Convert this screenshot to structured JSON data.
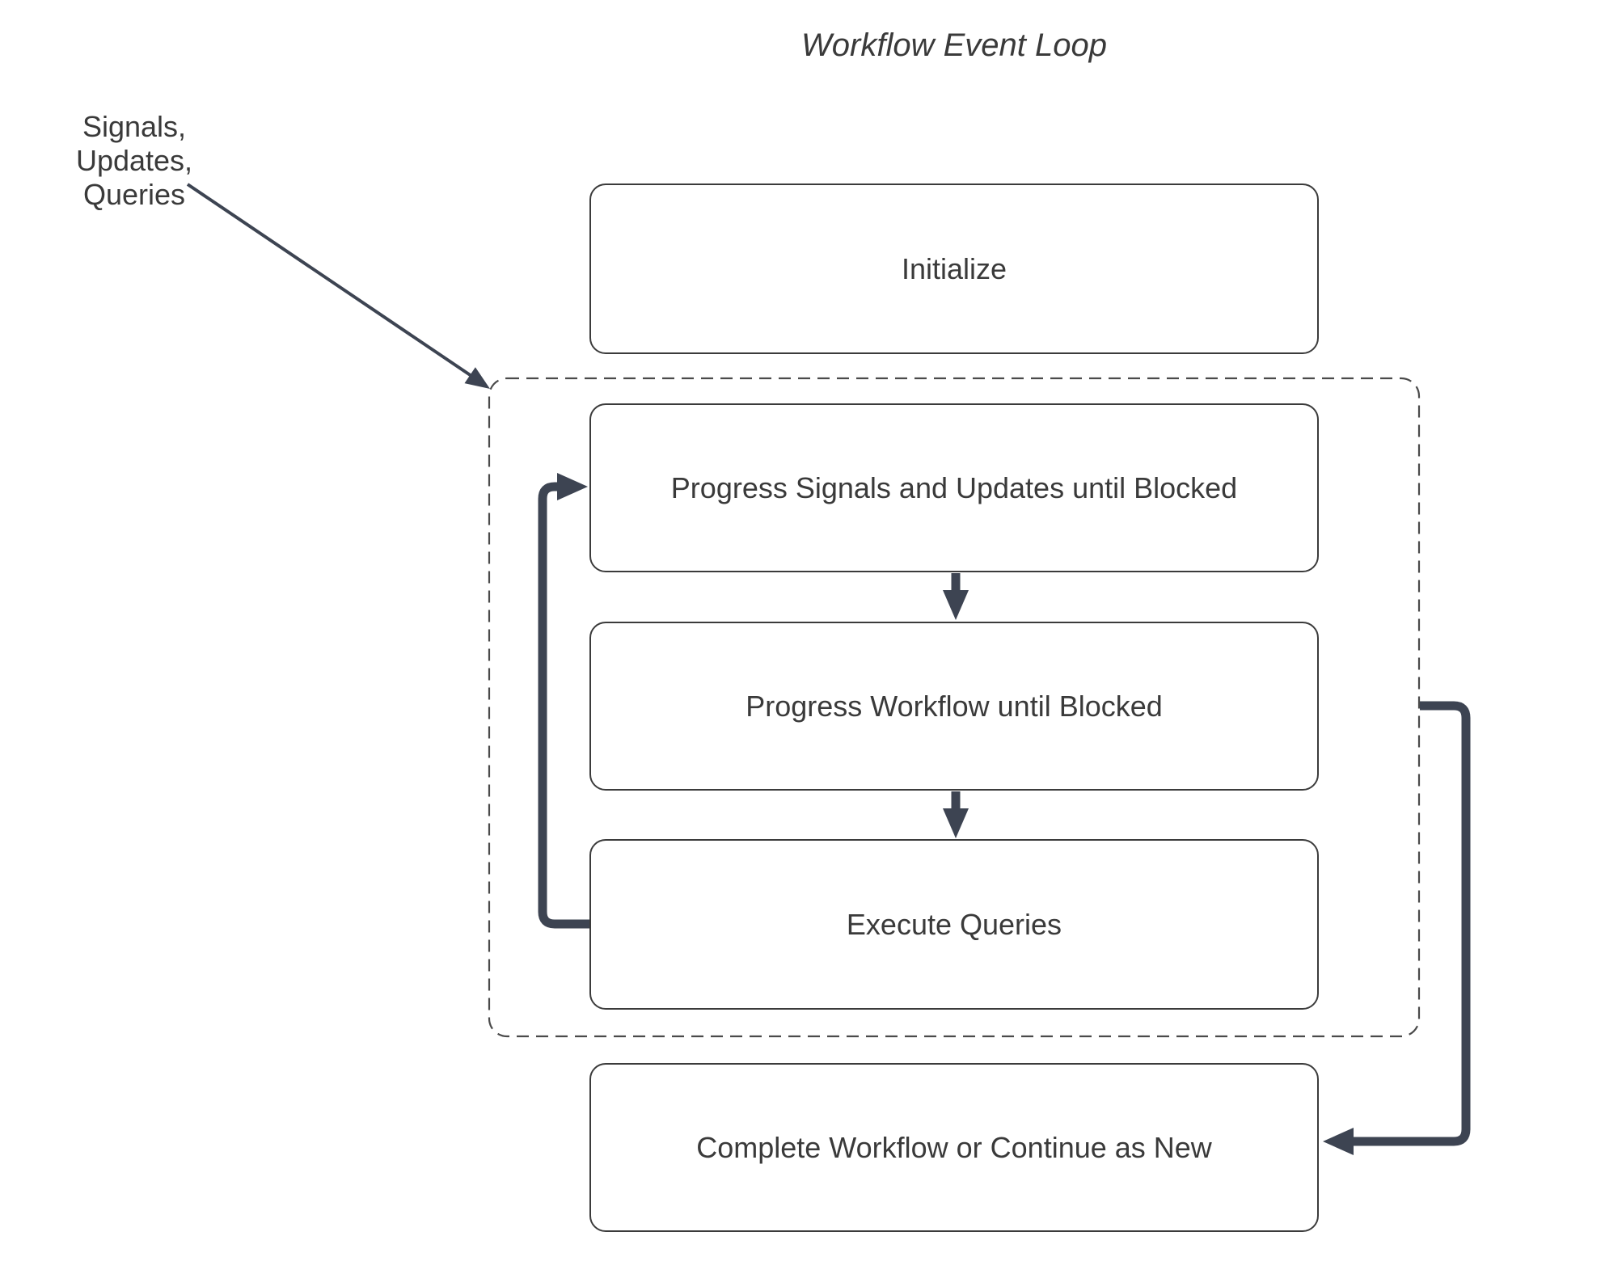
{
  "title": "Workflow Event Loop",
  "annotation": "Signals, Updates,\nQueries",
  "nodes": {
    "initialize": "Initialize",
    "progress_signals": "Progress Signals and Updates until Blocked",
    "progress_workflow": "Progress Workflow until Blocked",
    "execute_queries": "Execute Queries",
    "complete": "Complete Workflow or Continue as New"
  },
  "colors": {
    "arrow": "#3d4452",
    "box_border": "#3b3b3b",
    "dashed_border": "#4a4a4a",
    "text": "#3a3a3a",
    "background": "#ffffff"
  }
}
